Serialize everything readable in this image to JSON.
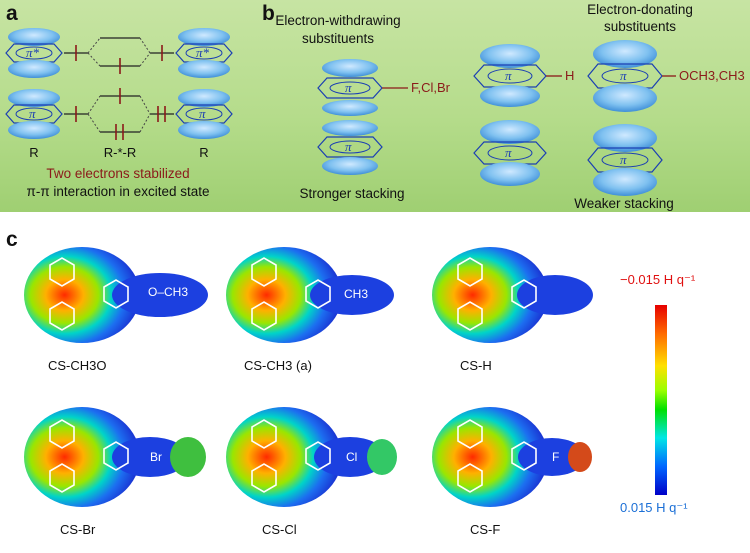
{
  "panels": {
    "a": {
      "letter": "a",
      "orbital_symbol_excited": "π*",
      "orbital_symbol_ground": "π",
      "col_left": "R",
      "col_mid": "R-*-R",
      "col_right": "R",
      "caption_line1": "Two electrons stabilized",
      "caption_line2": "π-π interaction in excited state"
    },
    "b": {
      "letter": "b",
      "ewg_title_line1": "Electron-withdrawing",
      "ewg_title_line2": "substituents",
      "ewg_substituent": "F,Cl,Br",
      "ewg_caption": "Stronger stacking",
      "h_substituent": "H",
      "edg_title_line1": "Electron-donating",
      "edg_title_line2": "substituents",
      "edg_substituent": "OCH3,CH3",
      "edg_caption": "Weaker stacking",
      "pi_symbol": "π"
    },
    "c": {
      "letter": "c",
      "molecules": [
        {
          "label": "CS-CH3O",
          "substituent": "O–CH3",
          "colors": {
            "tail": "#1c40e0"
          }
        },
        {
          "label": "CS-CH3 (a)",
          "substituent": "CH3",
          "colors": {
            "tail": "#1c40e0"
          }
        },
        {
          "label": "CS-H",
          "substituent": "",
          "colors": {
            "tail": "#1c40e0"
          }
        },
        {
          "label": "CS-Br",
          "substituent": "Br",
          "colors": {
            "tail": "#3fbf3f"
          }
        },
        {
          "label": "CS-Cl",
          "substituent": "Cl",
          "colors": {
            "tail": "#33c866"
          }
        },
        {
          "label": "CS-F",
          "substituent": "F",
          "colors": {
            "tail": "#d44a1a"
          }
        }
      ],
      "scale_top": "−0.015 H q⁻¹",
      "scale_bottom": "0.015 H q⁻¹",
      "colors": {
        "scale_top": "#e01010",
        "scale_bottom": "#1b6fd6"
      }
    }
  }
}
